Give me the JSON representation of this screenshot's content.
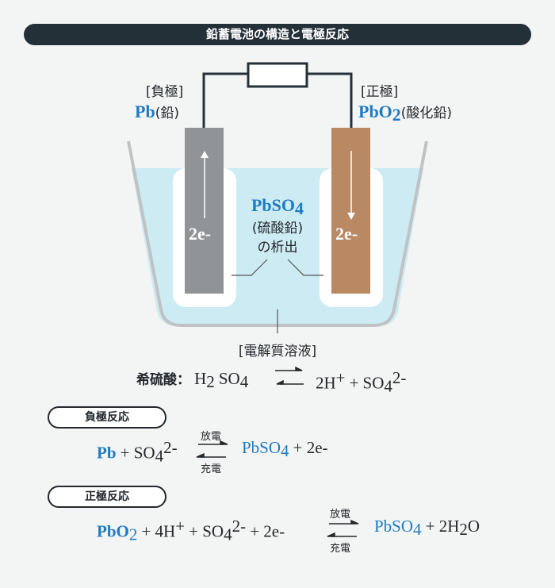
{
  "title": "鉛蓄電池の構造と電極反応",
  "negative": {
    "label": "[負極]",
    "formula": "Pb",
    "name": "(鉛)"
  },
  "positive": {
    "label": "[正極]",
    "formula": "PbO",
    "sub": "2",
    "name": "(酸化鉛)"
  },
  "electron": "2e-",
  "precipitate": {
    "formula": "PbSO",
    "sub": "4",
    "name": "(硫酸鉛)",
    "desc": "の析出"
  },
  "electrolyte": "[電解質溶液]",
  "dilute": {
    "label": "希硫酸：",
    "lhs": "H",
    "lhs_sub": "2",
    "lhs2": "SO",
    "lhs2_sub": "4",
    "rhs": "2H",
    "rhs_sup": "+",
    "plus": "+",
    "so4": "SO",
    "so4_sub": "4",
    "so4_sup": "2-"
  },
  "neg_reaction": {
    "title": "負極反応",
    "pb": "Pb",
    "plus1": "+ SO",
    "sub": "4",
    "sup": "2-",
    "discharge": "放電",
    "charge": "充電",
    "product": "PbSO",
    "product_sub": "4",
    "rest": "+ 2e-"
  },
  "pos_reaction": {
    "title": "正極反応",
    "pbo": "PbO",
    "pbo_sub": "2",
    "mid": "+ 4H",
    "mid_sup": "+",
    "mid2": "+ SO",
    "sub": "4",
    "sup": "2-",
    "mid3": "+ 2e-",
    "discharge": "放電",
    "charge": "充電",
    "product": "PbSO",
    "product_sub": "4",
    "rest": "+ 2H",
    "rest_sub": "2",
    "rest2": "O"
  },
  "colors": {
    "accent": "#1e7bc4",
    "dark": "#243038",
    "lead": "#919496",
    "leadOxide": "#b98963",
    "liquid": "#cdebf3"
  }
}
